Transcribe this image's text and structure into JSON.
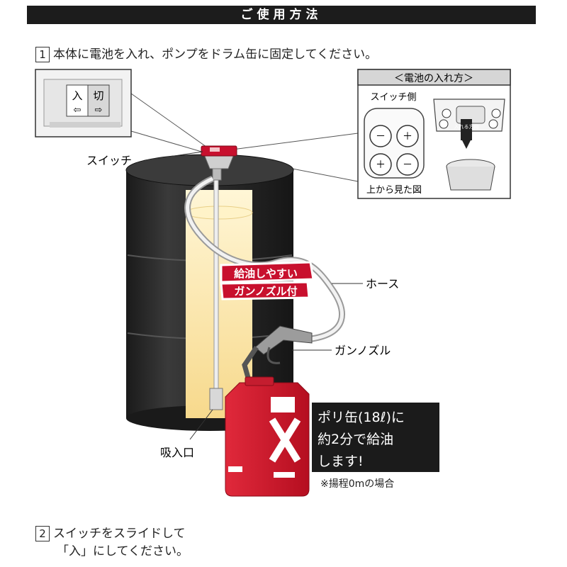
{
  "header": {
    "title": "ご使用方法"
  },
  "step1": {
    "num": "1",
    "text": "本体に電池を入れ、ポンプをドラム缶に固定してください。"
  },
  "step2": {
    "num": "2",
    "line1": "スイッチをスライドして",
    "line2": "「入」にしてください。"
  },
  "switch_panel": {
    "on_label": "入",
    "off_label": "切",
    "on_arrow": "⇦",
    "off_arrow": "⇨"
  },
  "battery_panel": {
    "title": "＜電池の入れ方＞",
    "switch_side": "スイッチ側",
    "top_view": "上から見た図",
    "insert_dir": "入れる方向",
    "minus": "－",
    "plus": "＋"
  },
  "labels": {
    "switch": "スイッチ",
    "hose": "ホース",
    "gun_nozzle": "ガンノズル",
    "intake": "吸入口"
  },
  "badge": {
    "line1": "給油しやすい",
    "line2": "ガンノズル付"
  },
  "fill_info": {
    "line1": "ポリ缶(18ℓ)に",
    "line2": "約2分で給油",
    "line3": "します!",
    "note": "※揚程0mの場合"
  },
  "colors": {
    "pump_red": "#c8102e",
    "drum_dark": "#2b2b2b",
    "oil_yellow": "#fbe7a6"
  }
}
